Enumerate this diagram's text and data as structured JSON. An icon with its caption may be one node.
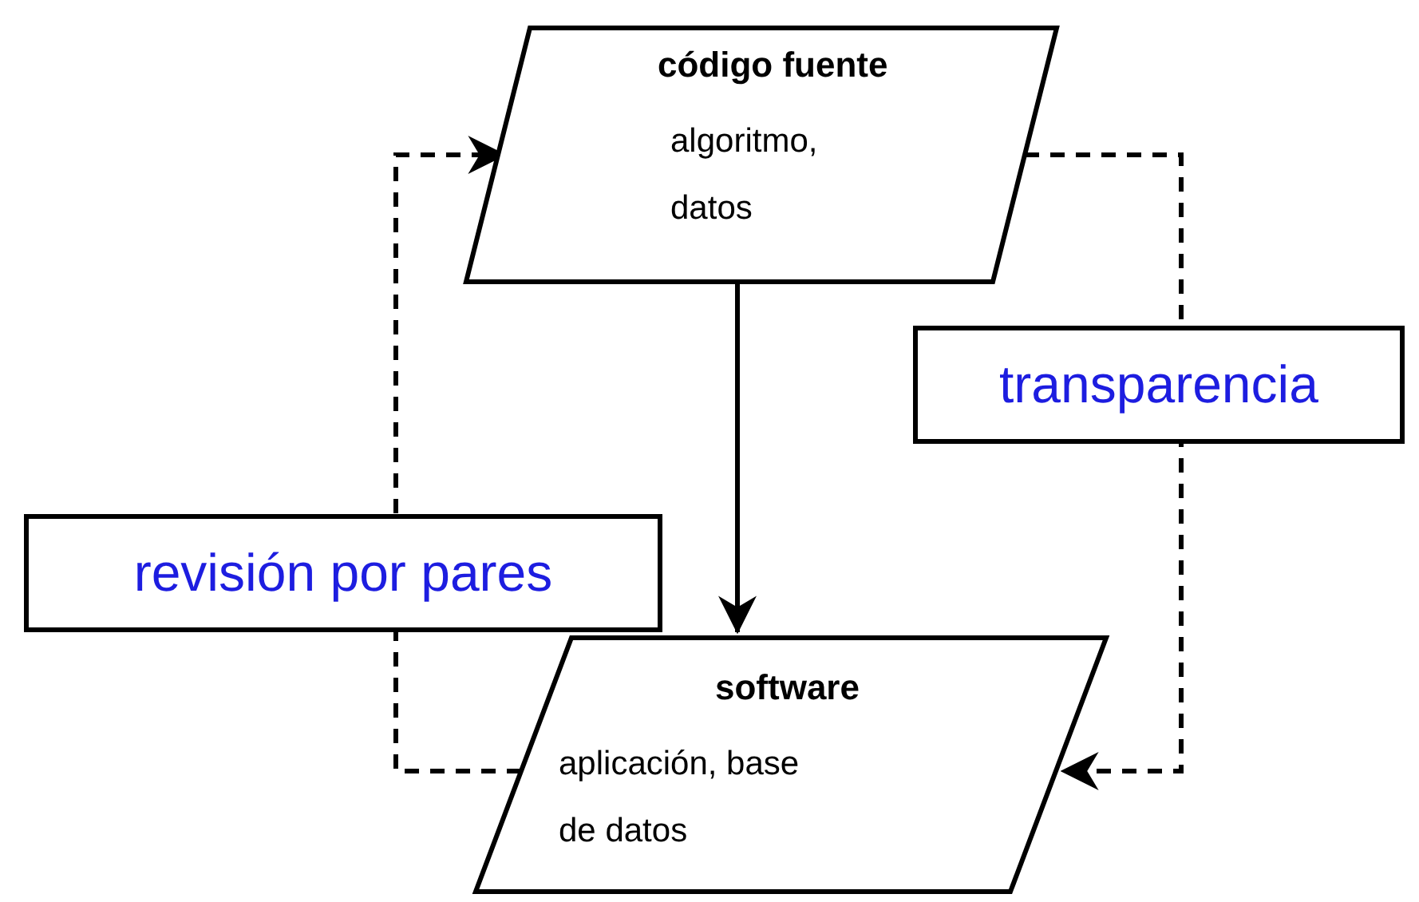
{
  "diagram": {
    "nodes": [
      {
        "text": [
          "código fuente",
          "algoritmo, datos"
        ]
      },
      {
        "text": [
          "software",
          "aplicación, base de datos"
        ]
      }
    ],
    "edges": [
      {
        "from": 0,
        "to": 1,
        "arrow": "to"
      },
      {
        "from": 1,
        "to": 0,
        "arrow": "to",
        "style": "dashed",
        "label": "revisión por pares"
      },
      {
        "from": 0,
        "to": 1,
        "arrow": "to",
        "style": "dashed",
        "label": "transparencia"
      }
    ]
  }
}
